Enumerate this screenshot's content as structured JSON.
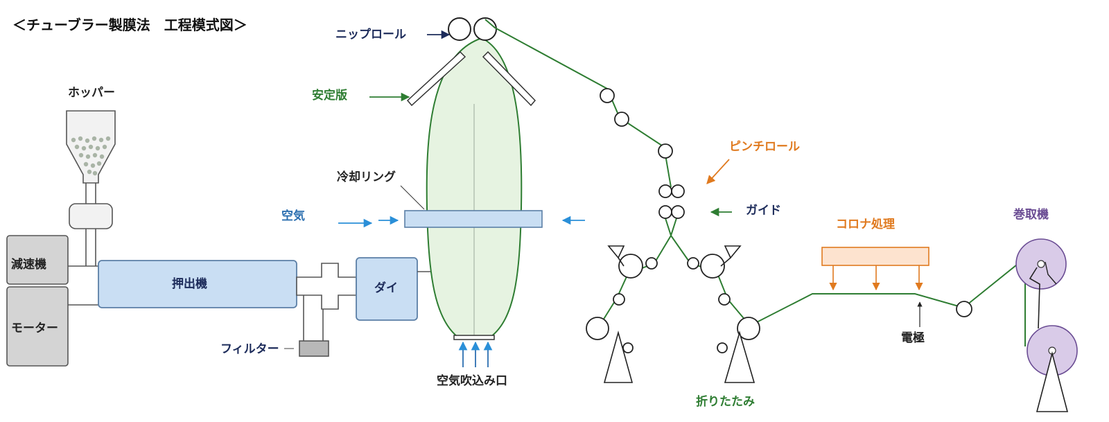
{
  "title": "＜チューブラー製膜法　工程模式図＞",
  "labels": {
    "nip_roll": "ニップロール",
    "stabilizer": "安定版",
    "hopper": "ホッパー",
    "cooling_ring": "冷却リング",
    "air": "空気",
    "pinch_roll": "ピンチロール",
    "guide": "ガイド",
    "corona": "コロナ処理",
    "winder": "巻取機",
    "reducer": "減速機",
    "motor": "モーター",
    "extruder": "押出機",
    "die": "ダイ",
    "filter": "フィルター",
    "air_inlet": "空気吹込み口",
    "electrode": "電極",
    "folding": "折りたたみ"
  },
  "colors": {
    "navy": "#1c2b5a",
    "green": "#2e7d32",
    "orange": "#e07a1f",
    "purple": "#6a4c93",
    "blue": "#2c6fb0",
    "box_fill": "#c9def3",
    "box_stroke": "#5b7fa6",
    "bubble": "#e6f3e1",
    "roll_purple": "#d9cbe8",
    "corona_fill": "#fde3cf"
  }
}
